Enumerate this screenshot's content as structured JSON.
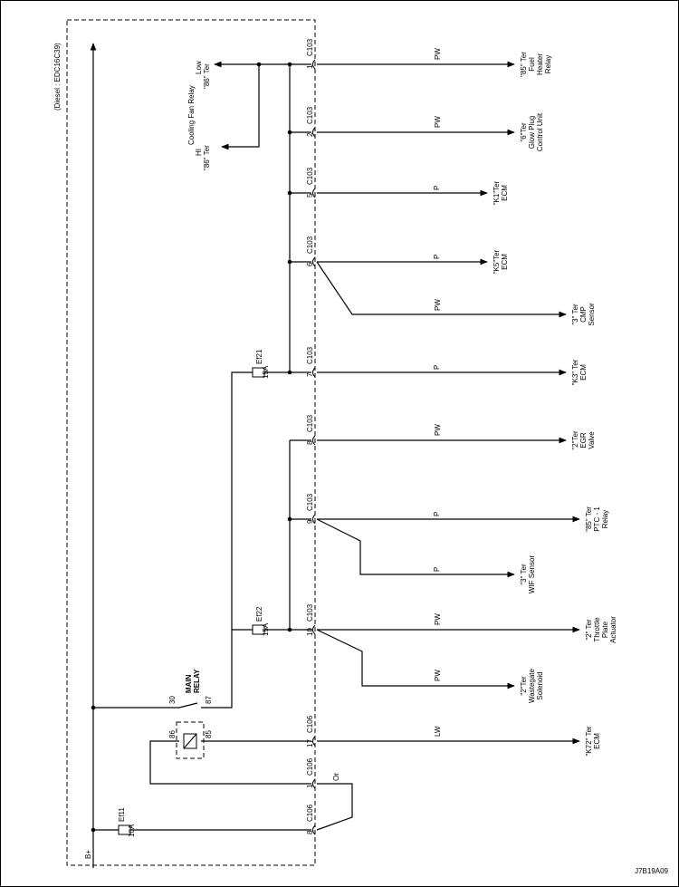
{
  "frame": {
    "border_color": "#000000",
    "background": "#ffffff"
  },
  "module": {
    "label": "(Diesel : EDC16C39)"
  },
  "power": {
    "label": "B+"
  },
  "figure_code": "J7B19A09",
  "main_relay": {
    "title_line1": "MAIN",
    "title_line2": "RELAY",
    "pin_30": "30",
    "pin_87": "87",
    "pin_86": "86",
    "pin_85": "85"
  },
  "fuses": [
    {
      "id": "Ef21",
      "rating": "15A"
    },
    {
      "id": "Ef22",
      "rating": "15A"
    },
    {
      "id": "Ef11",
      "rating": "10A"
    }
  ],
  "cooling_fan": {
    "relay_label": "Cooling Fan Relay",
    "low_label": "Low",
    "low_ter": "\"86\" Ter",
    "hi_label": "HI",
    "hi_ter": "\"86\" Ter"
  },
  "c103_pins": [
    {
      "pin": "1",
      "connector": "C103"
    },
    {
      "pin": "2",
      "connector": "C103"
    },
    {
      "pin": "5",
      "connector": "C103"
    },
    {
      "pin": "6",
      "connector": "C103"
    },
    {
      "pin": "7",
      "connector": "C103"
    },
    {
      "pin": "8",
      "connector": "C103"
    },
    {
      "pin": "9",
      "connector": "C103"
    },
    {
      "pin": "10",
      "connector": "C103"
    }
  ],
  "c106_pins": [
    {
      "pin": "17",
      "connector": "C106"
    },
    {
      "pin": "1",
      "connector": "C106"
    },
    {
      "pin": "8",
      "connector": "C106"
    }
  ],
  "branch_wires": [
    {
      "color": "PW",
      "dest": [
        "\"85\" Ter",
        "Fuel",
        "Heater",
        "Relay"
      ]
    },
    {
      "color": "PW",
      "dest": [
        "\"6\"Ter",
        "Glow Plug",
        "Control Unit"
      ]
    },
    {
      "color": "P",
      "dest": [
        "\"K1\"Ter",
        "ECM"
      ]
    },
    {
      "color": "P",
      "dest": [
        "\"K5\"Ter",
        "ECM"
      ]
    },
    {
      "color": "PW",
      "dest": [
        "\"3\" Ter",
        "CMP",
        "Sensor"
      ]
    },
    {
      "color": "P",
      "dest": [
        "\"K3\" Ter",
        "ECM"
      ]
    },
    {
      "color": "PW",
      "dest": [
        "\"2\"Ter",
        "EGR",
        "Valve"
      ]
    },
    {
      "color": "P",
      "dest": [
        "\"85\" Ter",
        "PTC - 1",
        "Relay"
      ]
    },
    {
      "color": "P",
      "dest": [
        "\"3\" Ter",
        "WIF Sensor"
      ]
    },
    {
      "color": "PW",
      "dest": [
        "\"2\" Ter",
        "Throttle",
        "Plate",
        "Actuator"
      ]
    },
    {
      "color": "PW",
      "dest": [
        "\"2\"Ter",
        "Wastegate",
        "Solenoid"
      ]
    },
    {
      "color": "LW",
      "dest": [
        "\"K72\" Ter",
        "ECM"
      ]
    }
  ],
  "jumper_wire": {
    "color": "Or"
  }
}
